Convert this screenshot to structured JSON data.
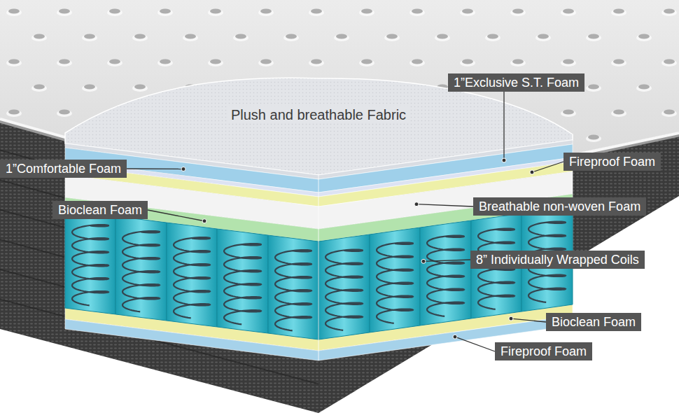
{
  "diagram": {
    "nodes": [
      {
        "text": [
          "1”Exclusive S.T. Foam"
        ]
      },
      {
        "text": [
          "1”Comfortable Foam"
        ]
      },
      {
        "text": [
          "Fireproof Foam"
        ]
      },
      {
        "text": [
          "Bioclean Foam"
        ]
      },
      {
        "text": [
          "Breathable non-woven Foam"
        ]
      },
      {
        "text": [
          "8” Individually Wrapped Coils"
        ]
      },
      {
        "text": [
          "Bioclean Foam"
        ]
      },
      {
        "text": [
          "Fireproof Foam"
        ]
      }
    ],
    "labels": [
      "Plush and breathable Fabric"
    ]
  }
}
